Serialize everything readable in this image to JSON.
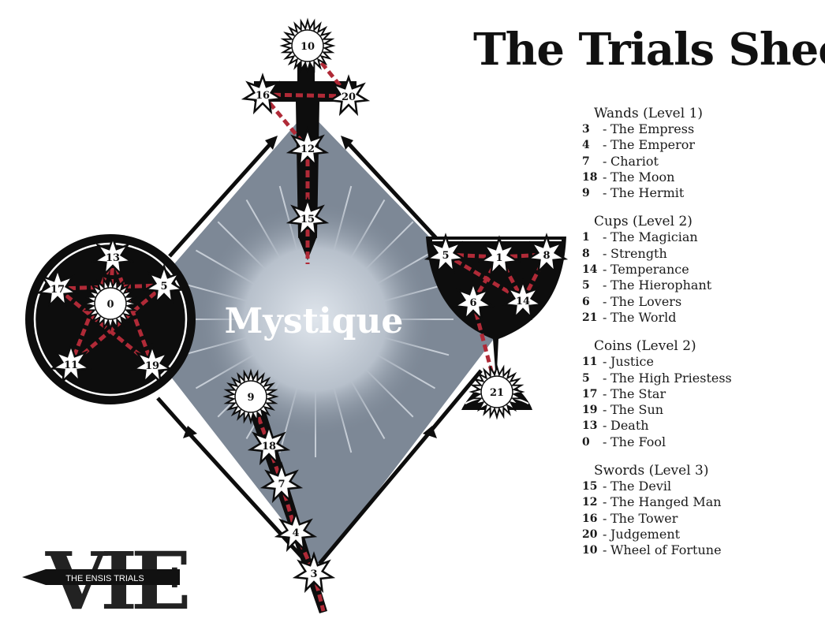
{
  "title": "The Trials Sheet",
  "center_label": "Mystique",
  "logo": {
    "text_large": "VIE",
    "text_small": "THE ENSIS TRIALS"
  },
  "colors": {
    "diamond": "#7d8896",
    "black": "#0d0d0d",
    "red": "#b02a37",
    "white": "#ffffff"
  },
  "nodes": {
    "n10": "10",
    "n16": "16",
    "n20": "20",
    "n12": "12",
    "n15": "15",
    "n13": "13",
    "n17": "17",
    "n5c": "5",
    "n0": "0",
    "n11": "11",
    "n19": "19",
    "n5k": "5",
    "n1": "1",
    "n8": "8",
    "n6": "6",
    "n14": "14",
    "n21": "21",
    "n9": "9",
    "n18": "18",
    "n7": "7",
    "n4": "4",
    "n3": "3"
  },
  "legend": [
    {
      "title": "Wands (Level 1)",
      "items": [
        {
          "num": "3",
          "name": "The Empress"
        },
        {
          "num": "4",
          "name": "The Emperor"
        },
        {
          "num": "7",
          "name": "Chariot"
        },
        {
          "num": "18",
          "name": "The Moon"
        },
        {
          "num": "9",
          "name": "The Hermit"
        }
      ]
    },
    {
      "title": "Cups (Level 2)",
      "items": [
        {
          "num": "1",
          "name": "The Magician"
        },
        {
          "num": "8",
          "name": "Strength"
        },
        {
          "num": "14",
          "name": "Temperance"
        },
        {
          "num": "5",
          "name": "The Hierophant"
        },
        {
          "num": "6",
          "name": "The Lovers"
        },
        {
          "num": "21",
          "name": "The World"
        }
      ]
    },
    {
      "title": "Coins (Level 2)",
      "items": [
        {
          "num": "11",
          "name": "Justice"
        },
        {
          "num": "5",
          "name": "The High Priestess"
        },
        {
          "num": "17",
          "name": "The Star"
        },
        {
          "num": "19",
          "name": "The Sun"
        },
        {
          "num": "13",
          "name": "Death"
        },
        {
          "num": "0",
          "name": "The Fool"
        }
      ]
    },
    {
      "title": "Swords (Level 3)",
      "items": [
        {
          "num": "15",
          "name": "The Devil"
        },
        {
          "num": "12",
          "name": "The Hanged Man"
        },
        {
          "num": "16",
          "name": "The Tower"
        },
        {
          "num": "20",
          "name": "Judgement"
        },
        {
          "num": "10",
          "name": "Wheel of Fortune"
        }
      ]
    }
  ]
}
